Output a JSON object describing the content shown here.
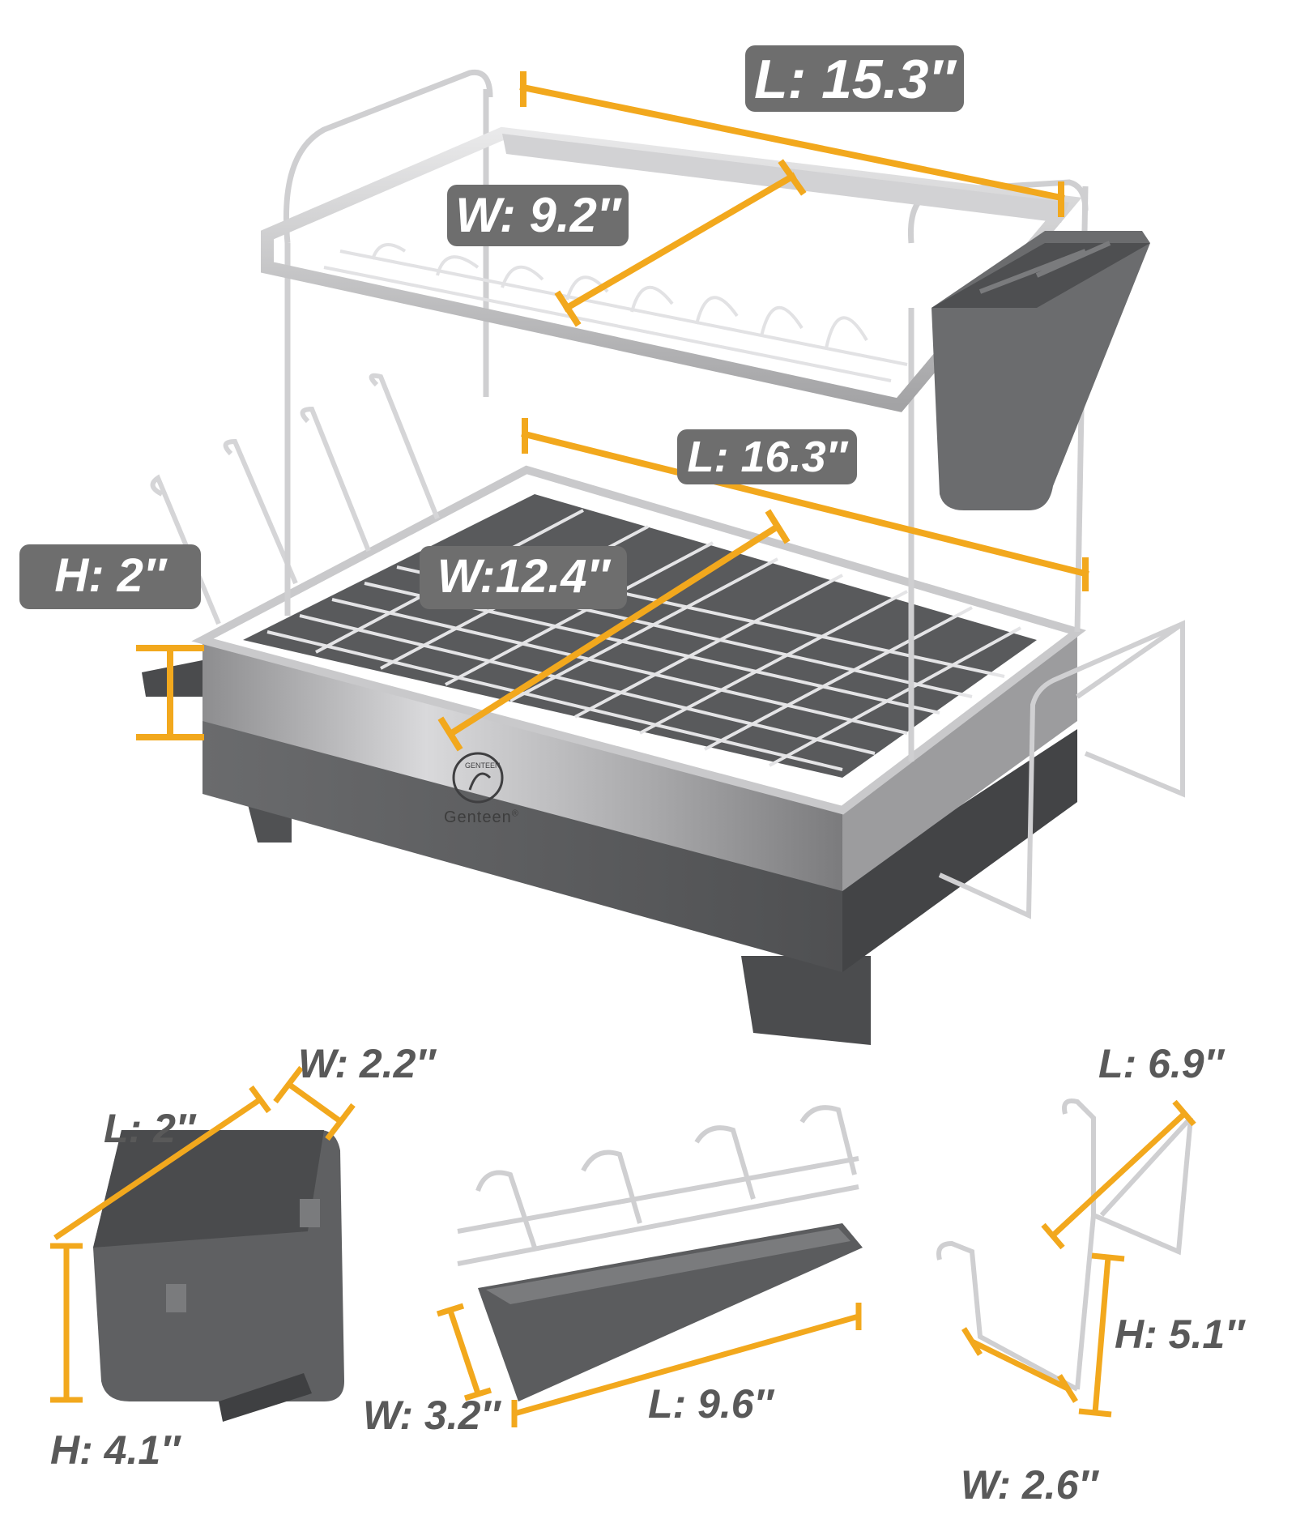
{
  "product": {
    "brand": "Genteen",
    "brand_mark": "®",
    "logo_ring_text": "GENTEEN"
  },
  "main_rack_dimensions": {
    "upper_length": "L: 15.3″",
    "upper_width": "W: 9.2″",
    "lower_length": "L: 16.3″",
    "lower_width": "W:12.4″",
    "tray_height": "H: 2″"
  },
  "utensil_holder": {
    "length": "L: 2″",
    "width": "W: 2.2″",
    "height": "H: 4.1″"
  },
  "cup_holder_tray": {
    "width": "W: 3.2″",
    "length": "L: 9.6″"
  },
  "cutting_board_holder": {
    "length": "L: 6.9″",
    "height": "H: 5.1″",
    "width": "W: 2.6″"
  },
  "colors": {
    "dimension_line": "#f2a81d",
    "label_pill": "#6e6e6e",
    "label_text_plain": "#595959",
    "steel": "#b9b9b9",
    "plastic_gray": "#5f6062"
  }
}
